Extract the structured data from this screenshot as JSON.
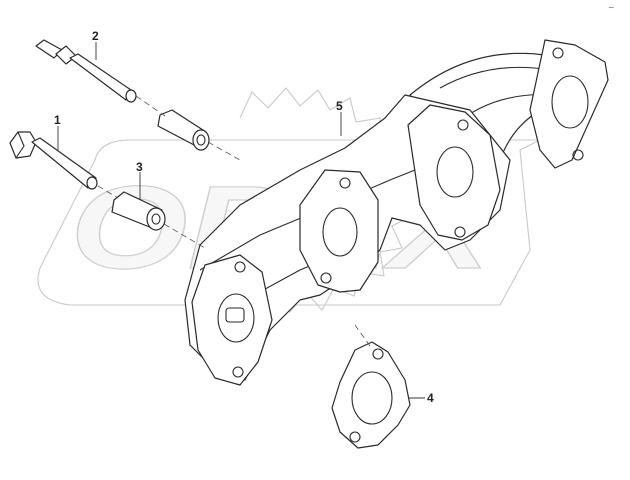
{
  "diagram": {
    "callouts": [
      {
        "id": "callout-1",
        "text": "1"
      },
      {
        "id": "callout-2",
        "text": "2"
      },
      {
        "id": "callout-3",
        "text": "3"
      },
      {
        "id": "callout-4",
        "text": "4"
      },
      {
        "id": "callout-5",
        "text": "5"
      }
    ],
    "corner_mark": "~",
    "watermark_logo_text": "OPEX"
  }
}
